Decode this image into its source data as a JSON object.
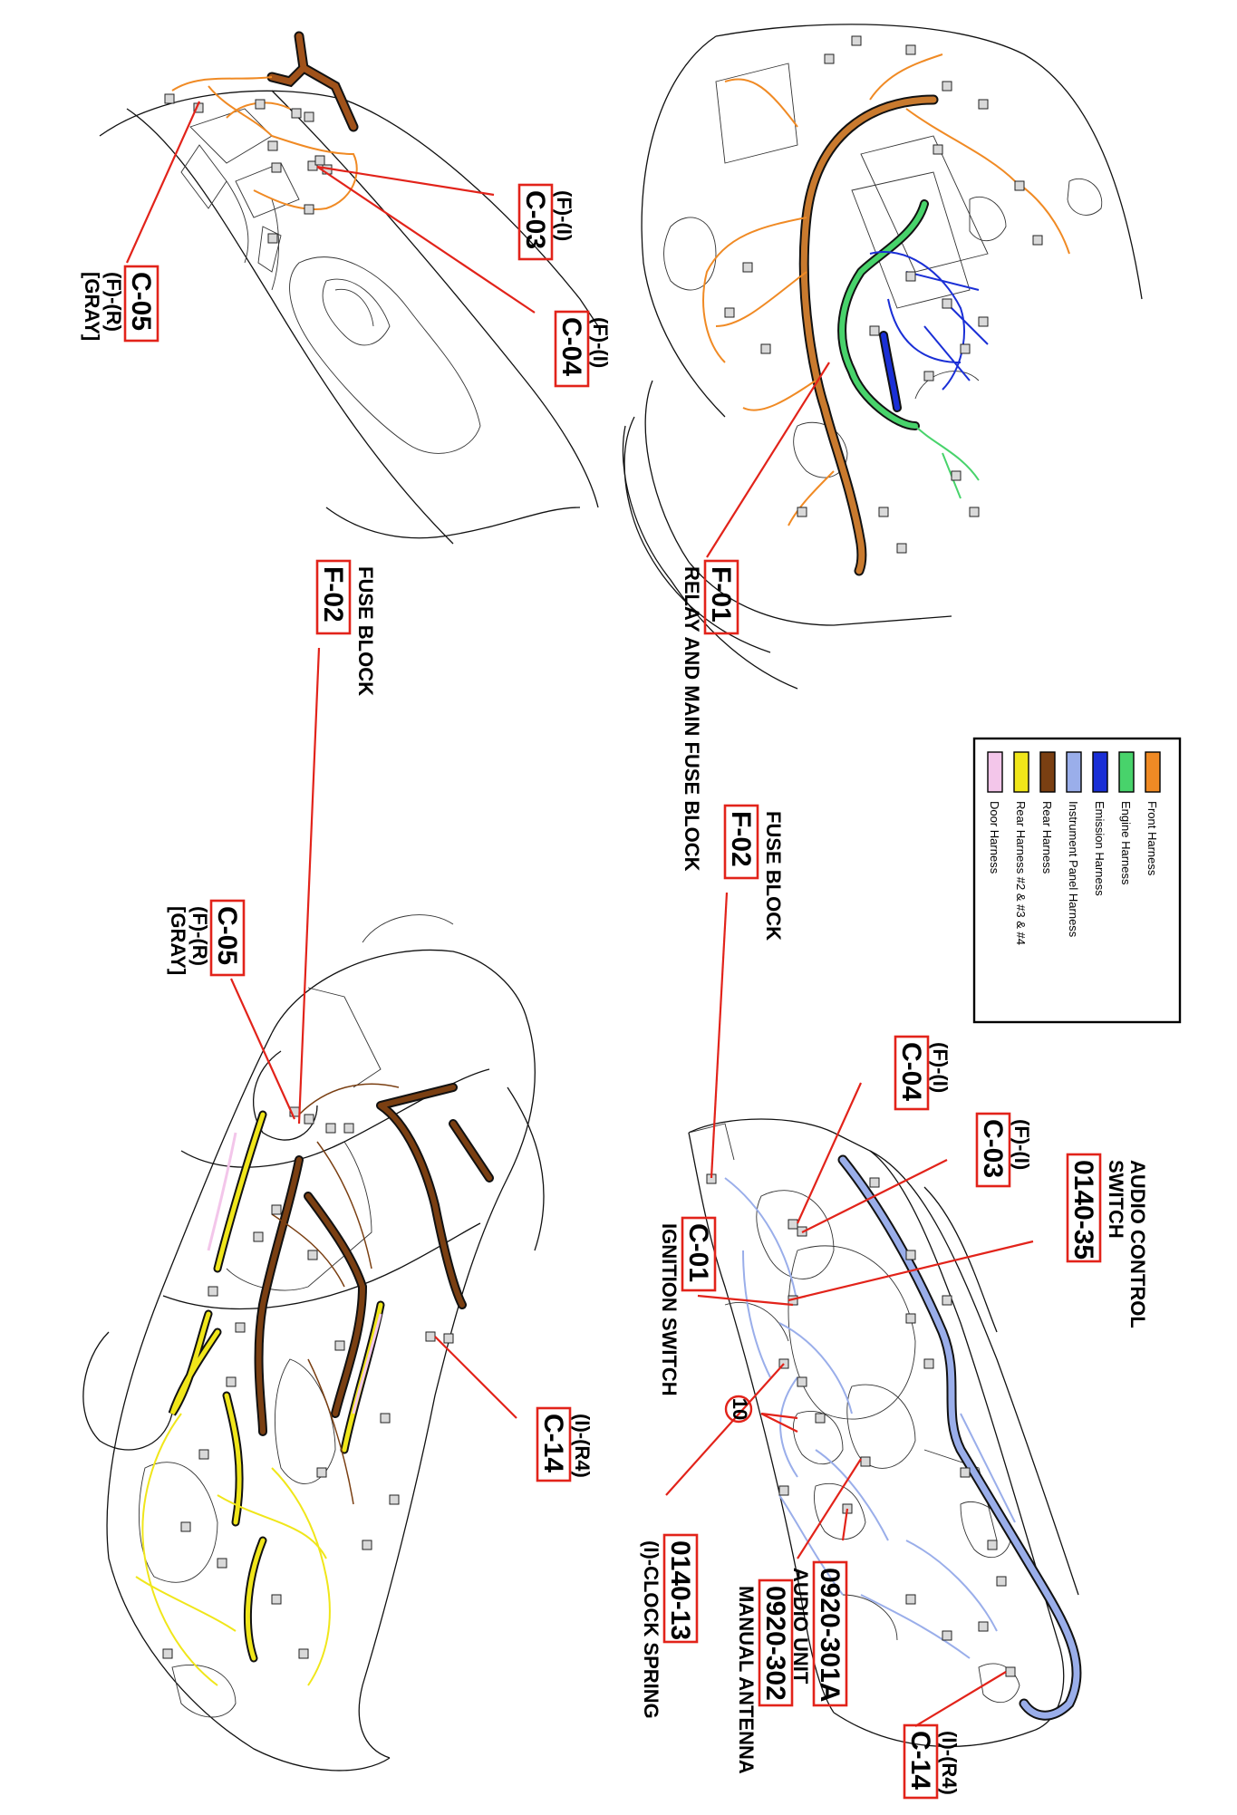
{
  "diagram": {
    "legend": [
      {
        "label": "Front Harness",
        "color": "#f08a24"
      },
      {
        "label": "Engine Harness",
        "color": "#48d36b"
      },
      {
        "label": "Emission Harness",
        "color": "#1a2fd6"
      },
      {
        "label": "Instrument Panel Harness",
        "color": "#9aaeea"
      },
      {
        "label": "Rear Harness",
        "color": "#7a3f12"
      },
      {
        "label": "Rear Harness #2 & #3 & #4",
        "color": "#f0e61a"
      },
      {
        "label": "Door Harness",
        "color": "#f3c6ea"
      }
    ],
    "callouts": {
      "tl_c05": {
        "code": "C-05",
        "lines": [
          "(F)-(R)",
          "[GRAY]"
        ]
      },
      "tl_c03": {
        "code": "C-03",
        "lines": [
          "(F)-(I)"
        ]
      },
      "tl_c04": {
        "code": "C-04",
        "lines": [
          "(F)-(I)"
        ]
      },
      "tr_f01": {
        "code": "F-01",
        "lines": [
          "RELAY AND MAIN FUSE BLOCK"
        ]
      },
      "bl_f02": {
        "code": "F-02",
        "lines": [
          "FUSE BLOCK"
        ]
      },
      "bl_c05": {
        "code": "C-05",
        "lines": [
          "(F)-(R)",
          "[GRAY]"
        ]
      },
      "bl_c14": {
        "code": "C-14",
        "lines": [
          "(I)-(R4)"
        ]
      },
      "br_f02": {
        "code": "F-02",
        "lines": [
          "FUSE BLOCK"
        ]
      },
      "br_c04": {
        "code": "C-04",
        "lines": [
          "(F)-(I)"
        ]
      },
      "br_c03": {
        "code": "C-03",
        "lines": [
          "(F)-(I)"
        ]
      },
      "br_013": {
        "code": "0140-35",
        "lines": [
          "AUDIO CONTROL",
          "SWITCH"
        ]
      },
      "br_c01": {
        "code": "C-01",
        "lines": [
          "IGNITION SWITCH"
        ]
      },
      "br_0140": {
        "code": "0140-13",
        "lines": [
          "(I)-CLOCK SPRING"
        ]
      },
      "br_302": {
        "code": "0920-302",
        "lines": [
          "MANUAL ANTENNA"
        ]
      },
      "br_301": {
        "code": "0920-301A",
        "lines": [
          "AUDIO UNIT"
        ]
      },
      "br_c14": {
        "code": "C-14",
        "lines": [
          "(I)-(R4)"
        ]
      },
      "br_10": {
        "code": "10",
        "lines": []
      }
    }
  }
}
